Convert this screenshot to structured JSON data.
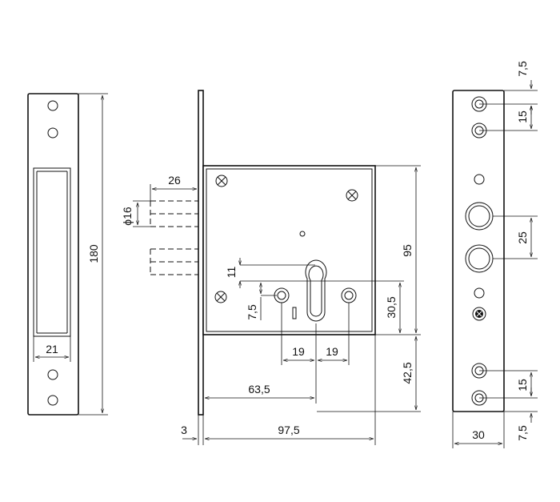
{
  "dimensions": {
    "strike_height": "180",
    "strike_slot_width": "21",
    "bolt_projection": "26",
    "bolt_diameter": "ϕ16",
    "keyhole_offset": "11",
    "screw_offset": "7,5",
    "left_spacing": "19",
    "right_spacing": "19",
    "backset": "63,5",
    "faceplate_thickness": "3",
    "case_width": "97,5",
    "case_height": "95",
    "cylinder_offset": "30,5",
    "lower_height": "42,5",
    "top_margin": "7,5",
    "top_spacing": "15",
    "hole_spacing": "25",
    "bottom_spacing": "15",
    "bottom_margin": "7,5",
    "faceplate_width": "30"
  }
}
